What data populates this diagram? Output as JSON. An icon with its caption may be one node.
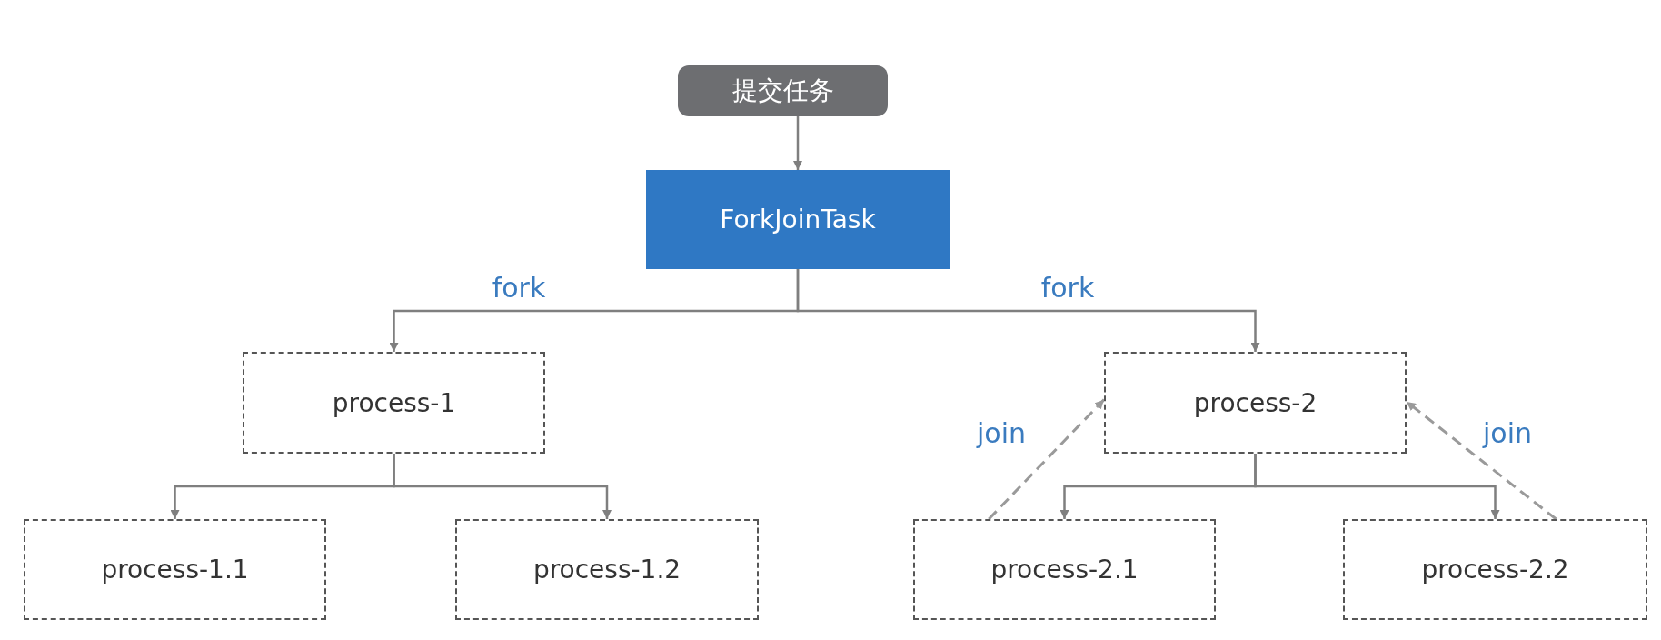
{
  "diagram": {
    "nodes": [
      {
        "text": [
          "提交任务"
        ]
      },
      {
        "text": [
          "ForkJoinTask"
        ]
      },
      {
        "text": [
          "process-1"
        ]
      },
      {
        "text": [
          "process-2"
        ]
      },
      {
        "text": [
          "process-1.1"
        ]
      },
      {
        "text": [
          "process-1.2"
        ]
      },
      {
        "text": [
          "process-2.1"
        ]
      },
      {
        "text": [
          "process-2.2"
        ]
      }
    ],
    "edges": [
      {
        "from": 0,
        "to": 1,
        "arrow": "to"
      },
      {
        "from": 1,
        "to": 2,
        "arrow": "to",
        "label": "fork"
      },
      {
        "from": 1,
        "to": 3,
        "arrow": "to",
        "label": "fork"
      },
      {
        "from": 2,
        "to": 4,
        "arrow": "to"
      },
      {
        "from": 2,
        "to": 5,
        "arrow": "to"
      },
      {
        "from": 3,
        "to": 6,
        "arrow": "to"
      },
      {
        "from": 3,
        "to": 7,
        "arrow": "to"
      },
      {
        "from": 6,
        "to": 3,
        "arrow": "to",
        "label": "join",
        "style": "dashed",
        "color": "#9a9a9a"
      },
      {
        "from": 7,
        "to": 3,
        "arrow": "to",
        "label": "join",
        "style": "dashed",
        "color": "#9a9a9a"
      }
    ]
  }
}
